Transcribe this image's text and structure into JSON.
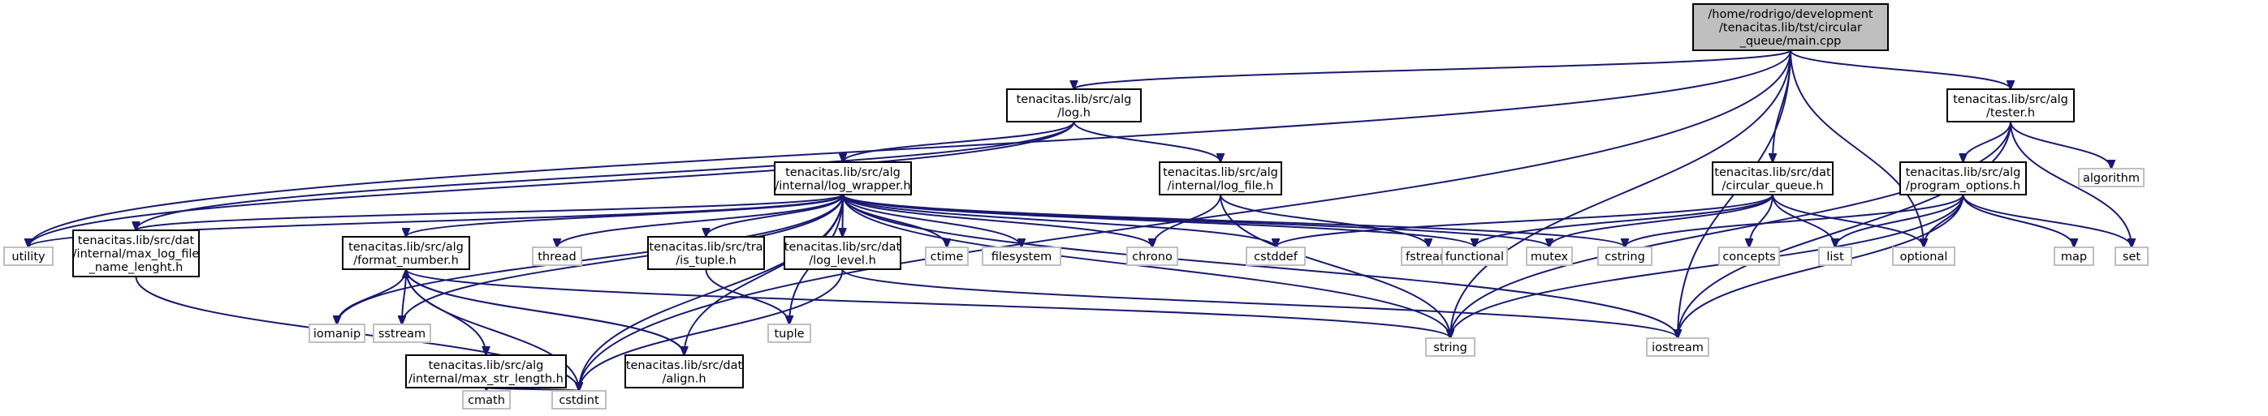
{
  "diagram": {
    "nodes": {
      "main_cpp": {
        "lines": [
          "/home/rodrigo/development",
          "/tenacitas.lib/tst/circular",
          "_queue/main.cpp"
        ]
      },
      "log_h": {
        "lines": [
          "tenacitas.lib/src/alg",
          "/log.h"
        ]
      },
      "tester_h": {
        "lines": [
          "tenacitas.lib/src/alg",
          "/tester.h"
        ]
      },
      "circular_queue_h": {
        "lines": [
          "tenacitas.lib/src/dat",
          "/circular_queue.h"
        ]
      },
      "log_wrapper_h": {
        "lines": [
          "tenacitas.lib/src/alg",
          "/internal/log_wrapper.h"
        ]
      },
      "log_file_h": {
        "lines": [
          "tenacitas.lib/src/alg",
          "/internal/log_file.h"
        ]
      },
      "program_options_h": {
        "lines": [
          "tenacitas.lib/src/alg",
          "/program_options.h"
        ]
      },
      "max_log_file_name_lenght_h": {
        "lines": [
          "tenacitas.lib/src/dat",
          "/internal/max_log_file",
          "_name_lenght.h"
        ]
      },
      "format_number_h": {
        "lines": [
          "tenacitas.lib/src/alg",
          "/format_number.h"
        ]
      },
      "is_tuple_h": {
        "lines": [
          "tenacitas.lib/src/tra",
          "/is_tuple.h"
        ]
      },
      "log_level_h": {
        "lines": [
          "tenacitas.lib/src/dat",
          "/log_level.h"
        ]
      },
      "max_str_length_h": {
        "lines": [
          "tenacitas.lib/src/alg",
          "/internal/max_str_length.h"
        ]
      },
      "align_h": {
        "lines": [
          "tenacitas.lib/src/dat",
          "/align.h"
        ]
      },
      "utility": {
        "lines": [
          "utility"
        ]
      },
      "thread": {
        "lines": [
          "thread"
        ]
      },
      "ctime": {
        "lines": [
          "ctime"
        ]
      },
      "filesystem": {
        "lines": [
          "filesystem"
        ]
      },
      "chrono": {
        "lines": [
          "chrono"
        ]
      },
      "cstddef": {
        "lines": [
          "cstddef"
        ]
      },
      "fstream": {
        "lines": [
          "fstream"
        ]
      },
      "functional": {
        "lines": [
          "functional"
        ]
      },
      "mutex": {
        "lines": [
          "mutex"
        ]
      },
      "cstring": {
        "lines": [
          "cstring"
        ]
      },
      "concepts": {
        "lines": [
          "concepts"
        ]
      },
      "list": {
        "lines": [
          "list"
        ]
      },
      "optional": {
        "lines": [
          "optional"
        ]
      },
      "algorithm": {
        "lines": [
          "algorithm"
        ]
      },
      "map": {
        "lines": [
          "map"
        ]
      },
      "set": {
        "lines": [
          "set"
        ]
      },
      "iomanip": {
        "lines": [
          "iomanip"
        ]
      },
      "sstream": {
        "lines": [
          "sstream"
        ]
      },
      "tuple": {
        "lines": [
          "tuple"
        ]
      },
      "string": {
        "lines": [
          "string"
        ]
      },
      "iostream": {
        "lines": [
          "iostream"
        ]
      },
      "cmath": {
        "lines": [
          "cmath"
        ]
      },
      "cstdint": {
        "lines": [
          "cstdint"
        ]
      }
    }
  }
}
